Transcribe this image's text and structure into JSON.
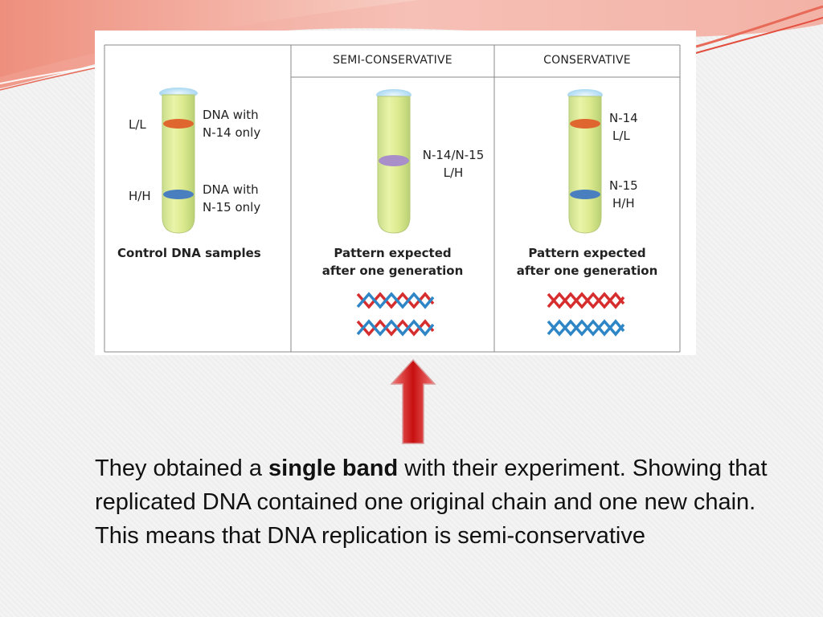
{
  "table": {
    "headers": [
      "SEMI-CONSERVATIVE",
      "CONSERVATIVE"
    ],
    "control": {
      "top_band_code": "L/L",
      "top_band_desc": [
        "DNA with",
        "N-14 only"
      ],
      "bottom_band_code": "H/H",
      "bottom_band_desc": [
        "DNA with",
        "N-15 only"
      ],
      "caption": "Control DNA samples",
      "top_band_color": "#e0662f",
      "bottom_band_color": "#4a7fbf"
    },
    "semi": {
      "band_label": [
        "N-14/N-15",
        "L/H"
      ],
      "caption": [
        "Pattern expected",
        "after one generation"
      ],
      "band_color": "#a98fc9"
    },
    "cons": {
      "top_label": [
        "N-14",
        "L/L"
      ],
      "bottom_label": [
        "N-15",
        "H/H"
      ],
      "caption": [
        "Pattern expected",
        "after one generation"
      ]
    },
    "strand_colors": {
      "old": "#d62e2e",
      "new": "#2f86c6"
    }
  },
  "caption": {
    "before": "They obtained a ",
    "emphasis": "single band",
    "after": " with their experiment. Showing that replicated DNA contained one original chain and one new chain.  This means that DNA replication is semi-conservative"
  },
  "arrow_color": "#d11c1c"
}
